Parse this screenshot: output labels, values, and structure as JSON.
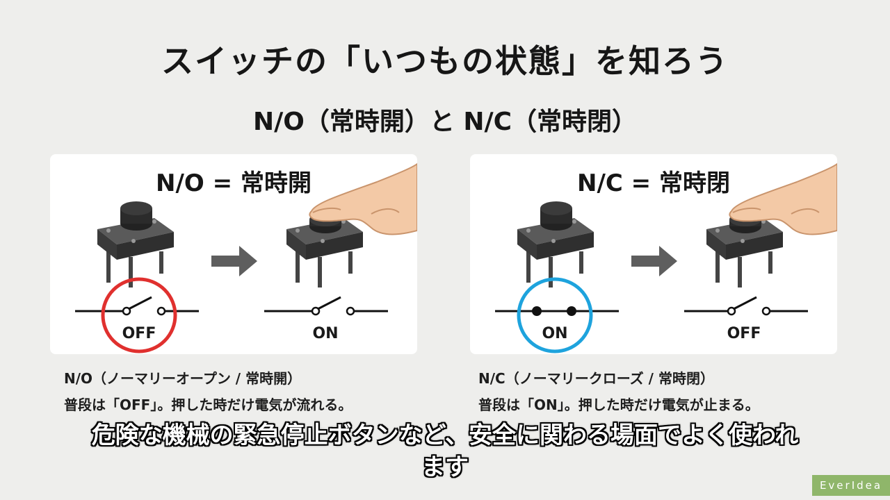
{
  "title": "スイッチの「いつもの状態」を知ろう",
  "subtitle": "N/O（常時開）と N/C（常時閉）",
  "panels": {
    "no": {
      "heading": "N/O = 常時開",
      "before_state": "OFF",
      "after_state": "ON",
      "highlight_color": "#e0302e"
    },
    "nc": {
      "heading": "N/C = 常時閉",
      "before_state": "ON",
      "after_state": "OFF",
      "highlight_color": "#1ea3dd"
    }
  },
  "descriptions": {
    "no": {
      "line1": "N/O（ノーマリーオープン / 常時開）",
      "line2": "普段は「OFF」。押した時だけ電気が流れる。"
    },
    "nc": {
      "line1": "N/C（ノーマリークローズ / 常時閉）",
      "line2": "普段は「ON」。押した時だけ電気が止まる。"
    }
  },
  "caption": {
    "line1": "危険な機械の緊急停止ボタンなど、安全に関わる場面でよく使われ",
    "line2": "ます"
  },
  "logo": "EverIdea",
  "icons": {
    "button": "tactile-switch-icon",
    "pressed": "pressed-switch-icon",
    "arrow": "arrow-right-icon",
    "finger": "finger-icon",
    "circuit": "switch-circuit-icon"
  }
}
